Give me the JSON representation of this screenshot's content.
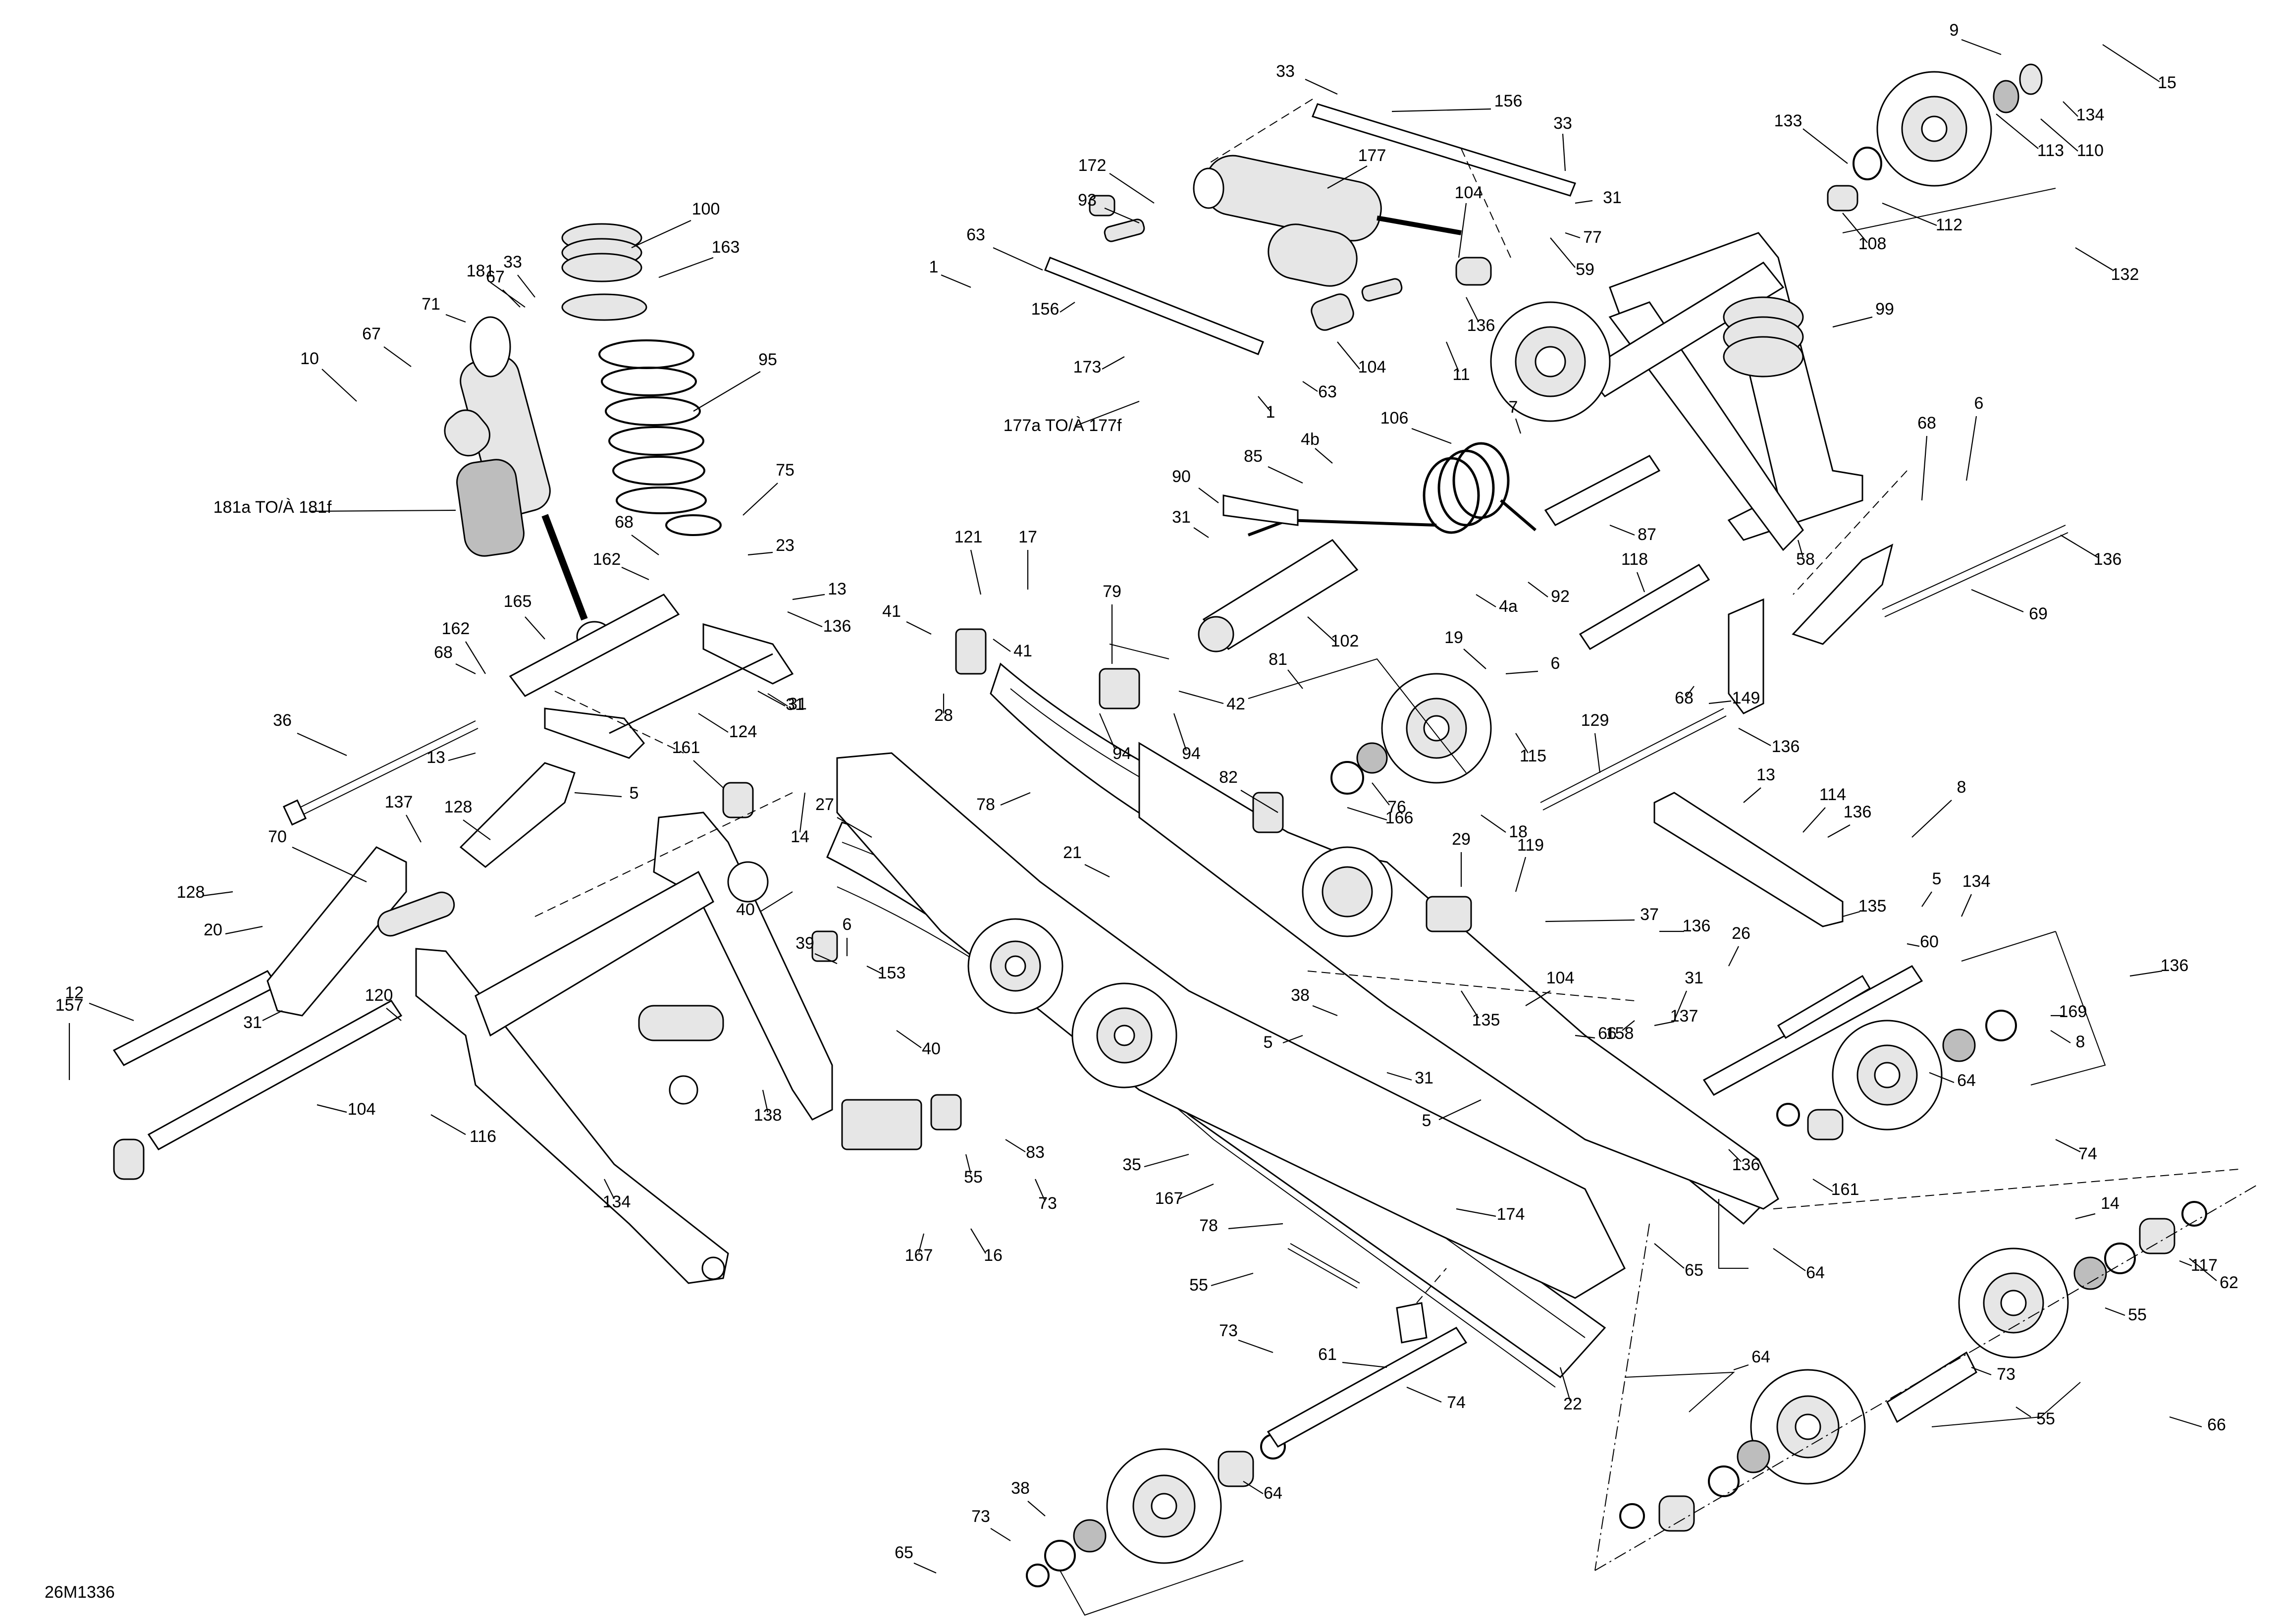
{
  "diagram_id": "26M1336",
  "labels": [
    "33",
    "156",
    "33",
    "9",
    "15",
    "172",
    "177",
    "93",
    "104",
    "31",
    "133",
    "134",
    "110",
    "113",
    "63",
    "1",
    "156",
    "77",
    "59",
    "112",
    "108",
    "132",
    "181",
    "67",
    "33",
    "100",
    "163",
    "71",
    "67",
    "10",
    "95",
    "173",
    "104",
    "63",
    "136",
    "11",
    "99",
    "177a TO/À 177f",
    "1",
    "4b",
    "85",
    "106",
    "90",
    "7",
    "181a TO/À 181f",
    "75",
    "68",
    "23",
    "162",
    "13",
    "136",
    "165",
    "31",
    "87",
    "68",
    "6",
    "31",
    "121",
    "17",
    "79",
    "92",
    "4a",
    "118",
    "58",
    "102",
    "136",
    "69",
    "41",
    "41",
    "42",
    "28",
    "81",
    "19",
    "162",
    "68",
    "31",
    "124",
    "36",
    "13",
    "94",
    "94",
    "115",
    "6",
    "68",
    "136",
    "149",
    "129",
    "5",
    "128",
    "161",
    "14",
    "27",
    "78",
    "76",
    "82",
    "166",
    "18",
    "136",
    "13",
    "114",
    "8",
    "137",
    "70",
    "128",
    "20",
    "40",
    "21",
    "29",
    "119",
    "37",
    "135",
    "136",
    "5",
    "134",
    "6",
    "39",
    "153",
    "12",
    "120",
    "31",
    "40",
    "104",
    "135",
    "26",
    "60",
    "169",
    "38",
    "31",
    "137",
    "136",
    "158",
    "8",
    "66",
    "5",
    "31",
    "5",
    "157",
    "104",
    "138",
    "116",
    "83",
    "55",
    "73",
    "64",
    "74",
    "161",
    "136",
    "14",
    "35",
    "134",
    "78",
    "174",
    "167",
    "16",
    "167",
    "64",
    "65",
    "22",
    "55",
    "117",
    "62",
    "73",
    "55",
    "61",
    "74",
    "64",
    "73",
    "55",
    "66",
    "38",
    "73",
    "65",
    "64"
  ]
}
